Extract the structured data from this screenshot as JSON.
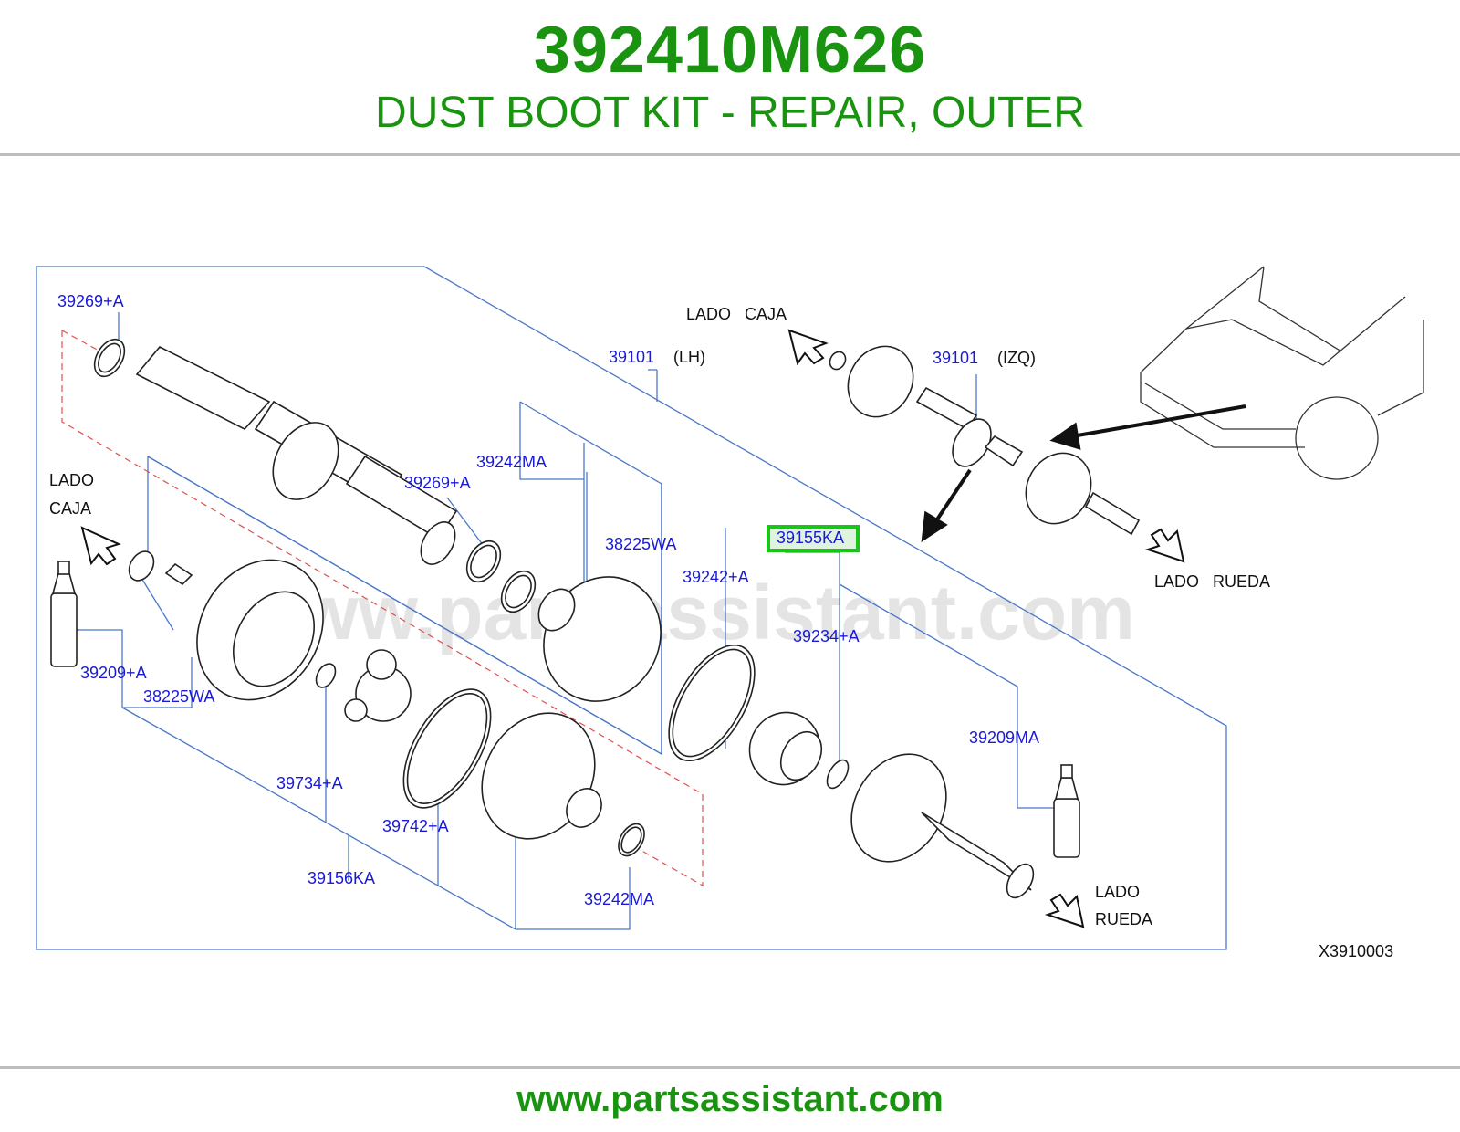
{
  "header": {
    "part_number": "392410M626",
    "description": "DUST BOOT KIT - REPAIR, OUTER"
  },
  "footer": {
    "url": "www.partsassistant.com"
  },
  "watermark": "www.partsassistant.com",
  "diagram": {
    "code": "X3910003",
    "highlighted_part": "39155KA",
    "labels": {
      "c39269a_top": "39269+A",
      "c39101_lh": "39101",
      "lh": "(LH)",
      "c39242ma_mid": "39242MA",
      "c39269a_mid": "39269+A",
      "c38225wa_mid": "38225WA",
      "c39155ka": "39155KA",
      "c39242a_mid": "39242+A",
      "c39234a": "39234+A",
      "c39209ma": "39209MA",
      "c39209a": "39209+A",
      "c38225wa_left": "38225WA",
      "c39734a": "39734+A",
      "c39742a": "39742+A",
      "c39156ka": "39156KA",
      "c39242ma_bottom": "39242MA",
      "c39101_izq": "39101",
      "izq": "(IZQ)"
    },
    "directions": {
      "lado_caja_top": "LADO   CAJA",
      "lado_left": "LADO",
      "caja_left": "CAJA",
      "lado_rueda_right": "LADO   RUEDA",
      "lado_bottom": "LADO",
      "rueda_bottom": "RUEDA"
    }
  },
  "colors": {
    "brand_green": "#1a9410",
    "label_blue": "#1a1ad6",
    "frame_blue": "#4a78c8",
    "dash_red": "#e05050",
    "highlight_green": "#1bc41b",
    "highlight_fill": "#dff3df"
  }
}
